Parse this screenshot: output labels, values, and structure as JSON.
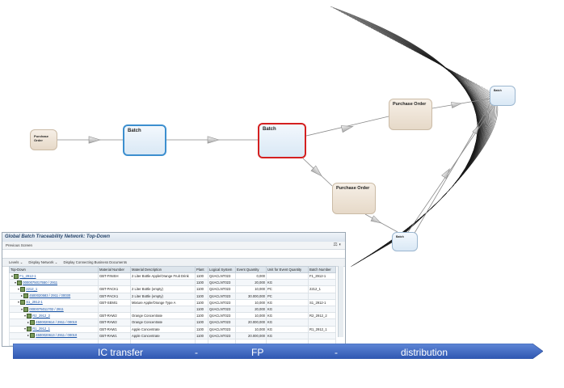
{
  "flow": {
    "nodes": [
      {
        "id": "po-small",
        "label": "Purchase Order"
      },
      {
        "id": "batch-1",
        "label": "Batch"
      },
      {
        "id": "batch-2",
        "label": "Batch"
      },
      {
        "id": "po-top",
        "label": "Purchase Order"
      },
      {
        "id": "po-bottom",
        "label": "Purchase Order"
      },
      {
        "id": "batch-right",
        "label": "Batch"
      },
      {
        "id": "batch-bottom",
        "label": "Batch"
      }
    ]
  },
  "sap": {
    "title": "Global Batch Traceability Network: Top-Down",
    "toolbar1": {
      "previous": "Previous Screen"
    },
    "toolbar2": {
      "levels": "Levels ⌄",
      "display_network": "Display Network ⌄",
      "display_docs": "Display Connecting Business Documents"
    },
    "columns": [
      "Top-Down",
      "Material Number",
      "Material Description",
      "Plant",
      "Logical System",
      "Event Quantity",
      "Unit for Event Quantity",
      "Batch Number"
    ],
    "rows": [
      {
        "tree": "▾ F1_2912-1",
        "mat": "GBT-FINISH",
        "desc": "2 Liter Bottle Apple/Orange Fruit Drink",
        "plant": "1100",
        "sys": "Q4ACLNT023",
        "qty": "0,000",
        "unit": "",
        "batch": "F1_2912-1"
      },
      {
        "tree": "▾ 0000075017550 / 2911",
        "mat": "",
        "desc": "",
        "plant": "1100",
        "sys": "Q4ACLNT023",
        "qty": "20,000",
        "unit": "KG",
        "batch": ""
      },
      {
        "tree": "▾ 2212_1",
        "mat": "GBT-PACK1",
        "desc": "2 Liter Bottle (empty)",
        "plant": "1100",
        "sys": "Q4ACLNT023",
        "qty": "10,000",
        "unit": "PC",
        "batch": "2212_1"
      },
      {
        "tree": "▸ 4500020583 / 2911 / 00030",
        "mat": "GBT-PACK1",
        "desc": "2 Liter Bottle (empty)",
        "plant": "1100",
        "sys": "Q4ACLNT023",
        "qty": "30.000,000",
        "unit": "PC",
        "batch": ""
      },
      {
        "tree": "▾ S1_2912-1",
        "mat": "GBT-SEMI1",
        "desc": "Mixture Apple/Orange Type A",
        "plant": "1100",
        "sys": "Q4ACLNT023",
        "qty": "10,000",
        "unit": "KG",
        "batch": "S1_2912-1"
      },
      {
        "tree": "▾ 0000075011702 / 2911",
        "mat": "",
        "desc": "",
        "plant": "1100",
        "sys": "Q4ACLNT023",
        "qty": "20,000",
        "unit": "KG",
        "batch": ""
      },
      {
        "tree": "▾ R2_2912_2",
        "mat": "GBT-RAW2",
        "desc": "Orange Concentrate",
        "plant": "1100",
        "sys": "Q4ACLNT023",
        "qty": "10,000",
        "unit": "KG",
        "batch": "R2_2912_2"
      },
      {
        "tree": "▸ 4500020614 / 2911 / 00010",
        "mat": "GBT-RAW2",
        "desc": "Orange Concentrate",
        "plant": "1100",
        "sys": "Q4ACLNT023",
        "qty": "20.000,000",
        "unit": "KG",
        "batch": ""
      },
      {
        "tree": "▾ R1_2912_1",
        "mat": "GBT-RAW1",
        "desc": "Apple Concentrate",
        "plant": "1100",
        "sys": "Q4ACLNT023",
        "qty": "10,000",
        "unit": "KG",
        "batch": "R1_2912_1"
      },
      {
        "tree": "▸ 4500020613 / 2911 / 00010",
        "mat": "GBT-RAW1",
        "desc": "Apple Concentrate",
        "plant": "1100",
        "sys": "Q4ACLNT023",
        "qty": "20.000,000",
        "unit": "KG",
        "batch": ""
      },
      {
        "tree": "",
        "mat": "",
        "desc": "",
        "plant": "",
        "sys": "",
        "qty": "",
        "unit": "",
        "batch": ""
      }
    ]
  },
  "banner": {
    "labels": [
      "IC transfer",
      "-",
      "FP",
      "-",
      "distribution"
    ],
    "color": "#3f69c6"
  }
}
